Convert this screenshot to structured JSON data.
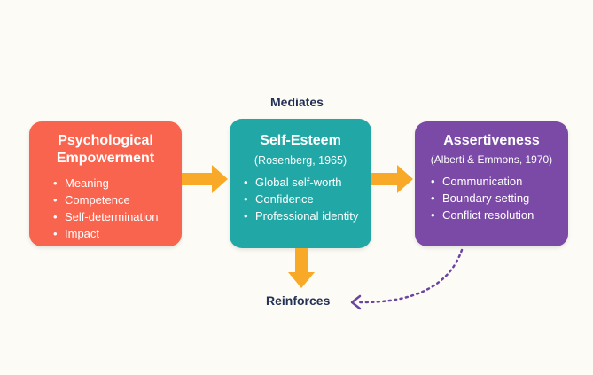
{
  "labels": {
    "mediates": "Mediates",
    "reinforces": "Reinforces"
  },
  "boxes": {
    "empowerment": {
      "title_line1": "Psychological",
      "title_line2": "Empowerment",
      "items": [
        "Meaning",
        "Competence",
        "Self-determination",
        "Impact"
      ],
      "color": "#f9644f"
    },
    "self_esteem": {
      "title": "Self-Esteem",
      "citation": "(Rosenberg, 1965)",
      "items": [
        "Global self-worth",
        "Confidence",
        "Professional identity"
      ],
      "color": "#21a8a6"
    },
    "assertiveness": {
      "title": "Assertiveness",
      "citation": "(Alberti & Emmons, 1970)",
      "items": [
        "Communication",
        "Boundary-setting",
        "Conflict resolution"
      ],
      "color": "#7a4aa6"
    }
  },
  "colors": {
    "arrow": "#f9a928",
    "dotted_arrow": "#6a44a0",
    "label_text": "#243056",
    "background": "#fcfbf5"
  }
}
